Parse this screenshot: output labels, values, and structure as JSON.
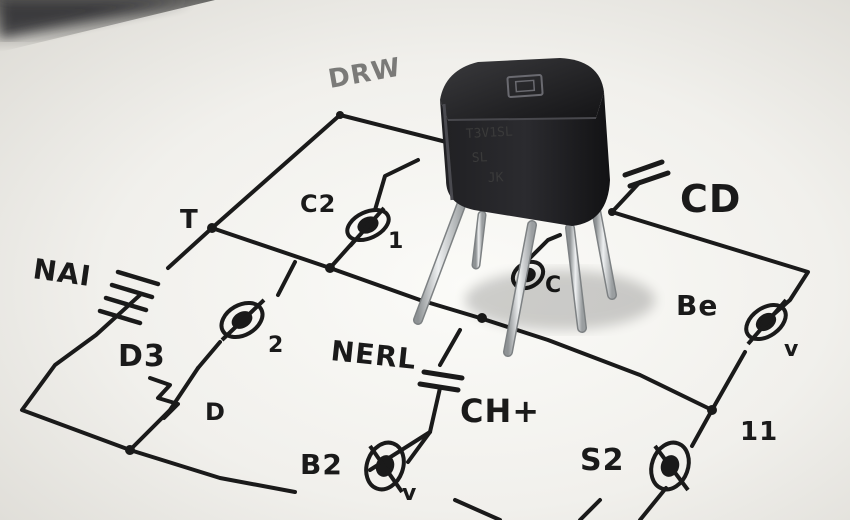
{
  "labels": {
    "drw": "DRW",
    "t": "T",
    "c2": "C2",
    "one": "1",
    "cd": "CD",
    "nai": "NAI",
    "c": "C",
    "be": "Be",
    "v_right": "v",
    "d3": "D3",
    "two": "2",
    "nerl": "NERL",
    "d": "D",
    "cht": "CH+",
    "eleven": "11",
    "b2": "B2",
    "s2": "S2",
    "v_bottom": "v"
  },
  "chip": {
    "line1": "T3V1SL",
    "line2": "SL",
    "line3": "JK"
  },
  "colors": {
    "paper": "#f7f7f4",
    "ink": "#1a1a1a",
    "chip_body": "#1c1c1e",
    "leads": "#c9ccce"
  }
}
